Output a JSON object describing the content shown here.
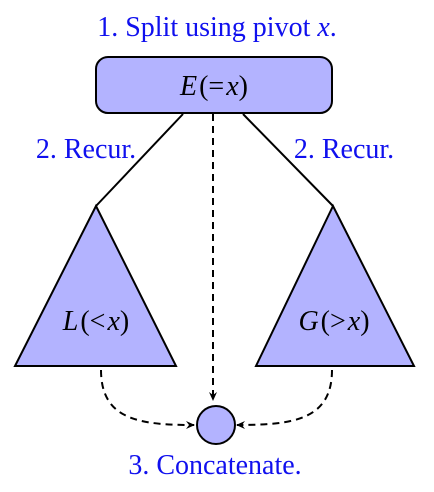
{
  "colors": {
    "step_text": "#1010ee",
    "node_fill": "#b3b3ff",
    "stroke": "#000000",
    "background": "#ffffff"
  },
  "steps": {
    "split_prefix": "1. Split using pivot ",
    "split_var": "x",
    "split_suffix": ".",
    "recur_left": "2. Recur.",
    "recur_right": "2. Recur.",
    "concatenate": "3. Concatenate."
  },
  "nodes": {
    "pivot": {
      "letter": "E",
      "open": "(=",
      "var": "x",
      "close": ")"
    },
    "left": {
      "letter": "L",
      "open": "(<",
      "var": "x",
      "close": ")"
    },
    "right": {
      "letter": "G",
      "open": "(>",
      "var": "x",
      "close": ")"
    }
  }
}
